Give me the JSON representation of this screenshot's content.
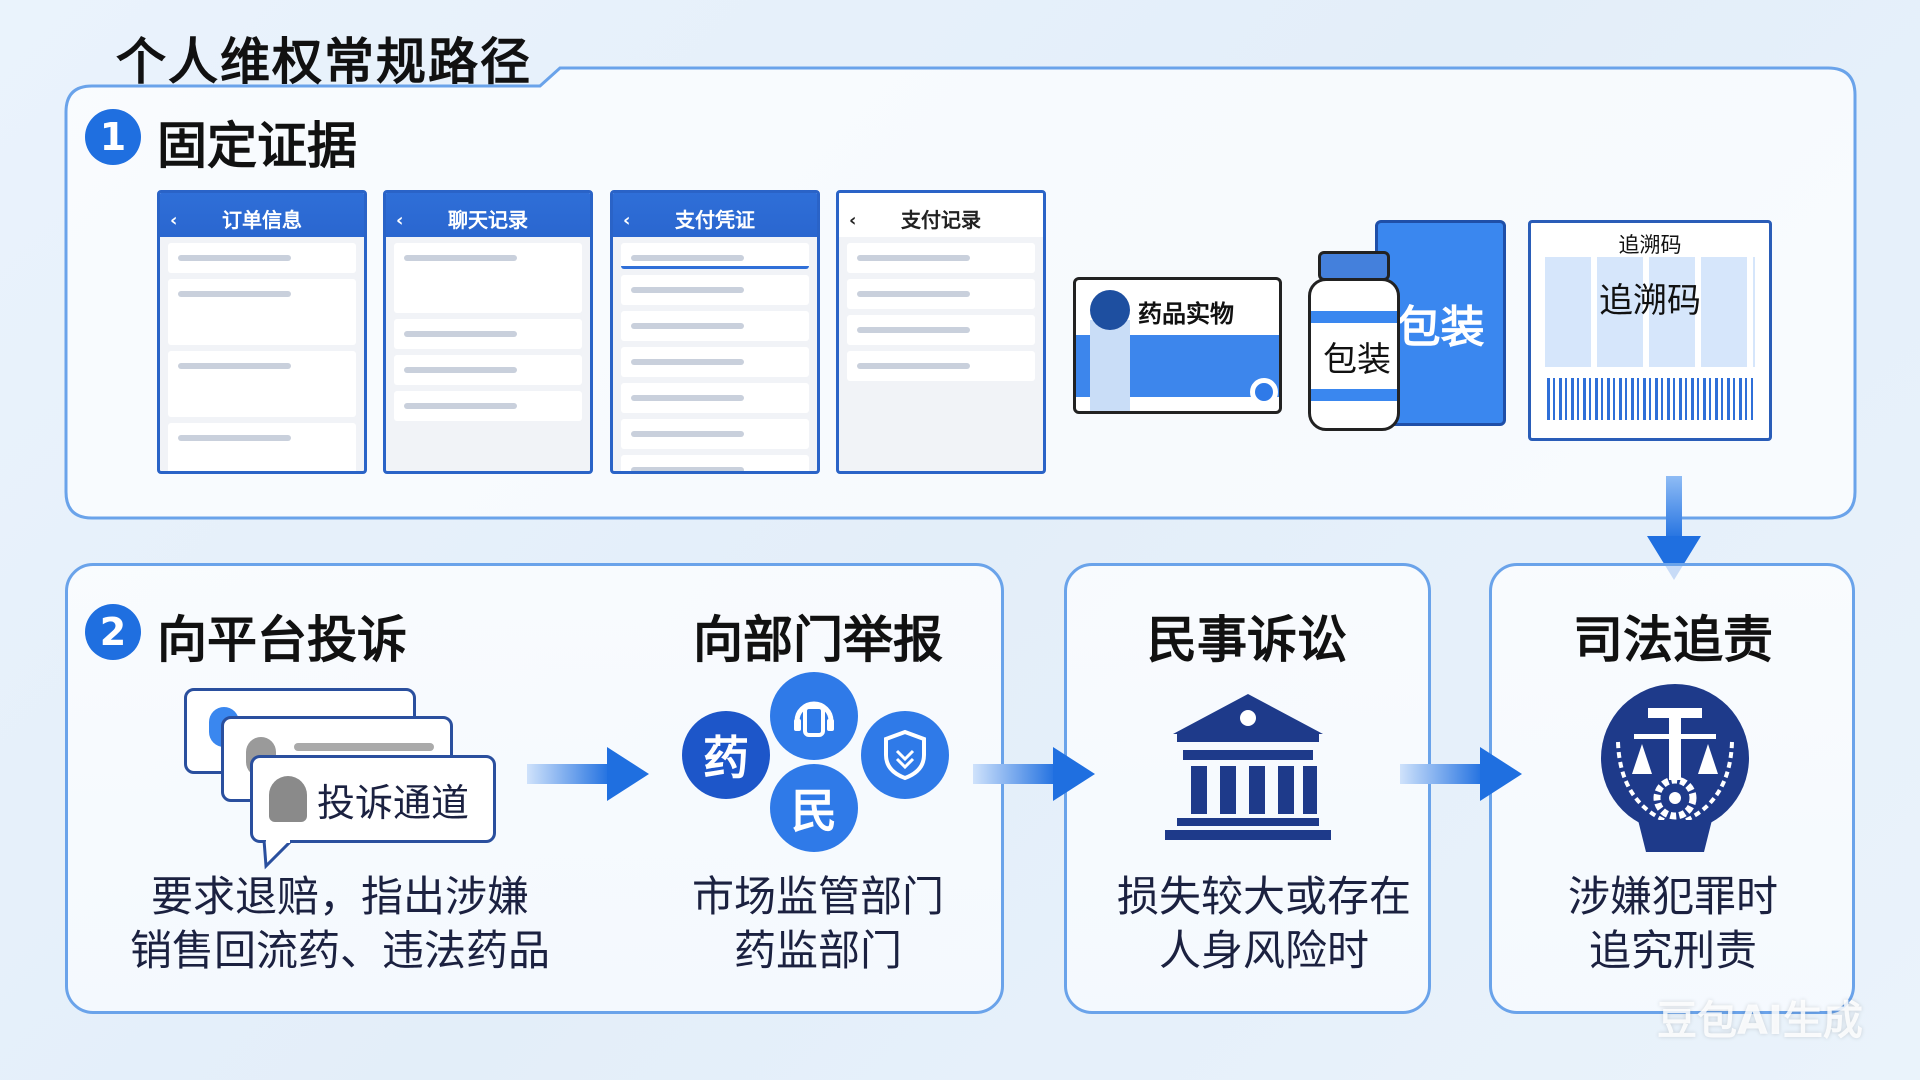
{
  "title": "个人维权常规路径",
  "step1": {
    "number": "1",
    "heading": "固定证据",
    "phones": [
      {
        "header": "订单信息"
      },
      {
        "header": "聊天记录"
      },
      {
        "header": "支付凭证"
      },
      {
        "header": "支付记录"
      }
    ],
    "drug_card": "药品实物",
    "package_small": "包装",
    "package_large": "包装",
    "trace_header": "追溯码",
    "trace_main": "追溯码"
  },
  "step2": {
    "number": "2",
    "platform": {
      "heading": "向平台投诉",
      "channel_label": "投诉通道",
      "desc_lines": [
        "要求退赔，指出涉嫌",
        "销售回流药、违法药品"
      ]
    },
    "department": {
      "heading": "向部门举报",
      "badges": [
        "药",
        "民"
      ],
      "desc_lines": [
        "市场监管部门",
        "药监部门"
      ]
    },
    "civil": {
      "heading": "民事诉讼",
      "desc_lines": [
        "损失较大或存在",
        "人身风险时"
      ]
    },
    "judicial": {
      "heading": "司法追责",
      "desc_lines": [
        "涉嫌犯罪时",
        "追究刑责"
      ]
    }
  },
  "watermark": "豆包AI生成",
  "colors": {
    "accent": "#1f6fe0",
    "navy": "#1e3a8a",
    "border": "#6aa3ea"
  }
}
